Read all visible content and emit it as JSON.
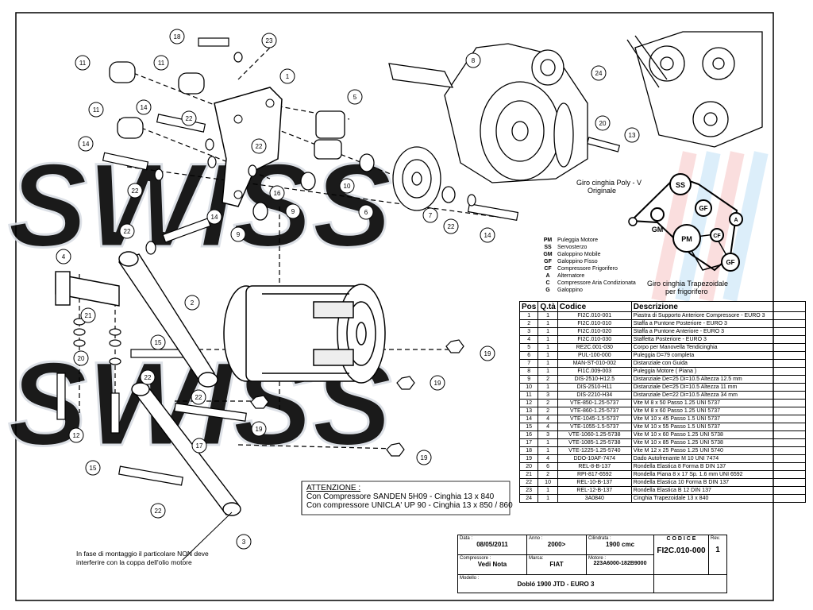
{
  "drawing": {
    "title": "Dobló 1900 JTD - EURO 3",
    "watermark_text": "SWISS",
    "watermark_colors": [
      "#d9dde4",
      "#f4b0b0",
      "#a9d4f5"
    ],
    "belt_diagram": {
      "poly_v_label": "Giro cinghia Poly - V\nOriginale",
      "trapezoidal_label": "Giro cinghia Trapezoidale\nper frigorifero",
      "pulley_codes": [
        "SS",
        "PM",
        "GF",
        "GM",
        "A",
        "CF",
        "GF"
      ]
    },
    "legend": [
      {
        "code": "PM",
        "text": "Puleggia Motore"
      },
      {
        "code": "SS",
        "text": "Servosterzo"
      },
      {
        "code": "GM",
        "text": "Galoppino Mobile"
      },
      {
        "code": "GF",
        "text": "Galoppino Fisso"
      },
      {
        "code": "CF",
        "text": "Compressore Frigorifero"
      },
      {
        "code": "A",
        "text": "Alternatore"
      },
      {
        "code": "C",
        "text": "Compressore Aria Condizionata"
      },
      {
        "code": "G",
        "text": "Galoppino"
      }
    ],
    "callouts": [
      "1",
      "2",
      "3",
      "4",
      "5",
      "6",
      "7",
      "8",
      "9",
      "10",
      "11",
      "12",
      "13",
      "14",
      "15",
      "16",
      "17",
      "18",
      "19",
      "20",
      "21",
      "22",
      "23",
      "24"
    ],
    "notice": {
      "heading": "ATTENZIONE :",
      "line1": "Con Compressore SANDEN 5H09 - Cinghia 13 x 840",
      "line2": "Con compressore UNICLA' UP 90 - Cinghia 13 x 850 / 860"
    },
    "mount_note": "In fase di montaggio il particolare NON deve interferire con la coppa dell'olio motore"
  },
  "parts_table": {
    "headers": [
      "Pos",
      "Q.tà",
      "Codice",
      "Descrizione"
    ],
    "rows": [
      [
        "1",
        "1",
        "FI2C.010-001",
        "Piastra di Supporto Anteriore Compressore - EURO 3"
      ],
      [
        "2",
        "1",
        "FI2C.010-010",
        "Staffa a Puntone Posteriore - EURO 3"
      ],
      [
        "3",
        "1",
        "FI2C.010-020",
        "Staffa a Puntone Anteriore - EURO 3"
      ],
      [
        "4",
        "1",
        "FI2C.010-030",
        "Staffetta Posteriore - EURO 3"
      ],
      [
        "5",
        "1",
        "RE2C.001-030",
        "Corpo per Manovella Tendicinghia"
      ],
      [
        "6",
        "1",
        "PUL-100-000",
        "Puleggia D=79 completa"
      ],
      [
        "7",
        "1",
        "MAN-ST-010-002",
        "Distanziale con Guida"
      ],
      [
        "8",
        "1",
        "FI1C.009-003",
        "Puleggia Motore  ( Piana )"
      ],
      [
        "9",
        "2",
        "DIS-2510-H12.5",
        "Distanziale De=25 Di=10.5 Altezza 12.5 mm"
      ],
      [
        "10",
        "1",
        "DIS-2510-H11",
        "Distanziale De=25 Di=10.5 Altezza 11 mm"
      ],
      [
        "11",
        "3",
        "DIS-2210-H34",
        "Distanziale De=22 Di=10.5 Altezza 34 mm"
      ],
      [
        "12",
        "2",
        "VTE-850-1.25-5737",
        "Vite M 8 x 50 Passo 1.25 UNI 5737"
      ],
      [
        "13",
        "2",
        "VTE-860-1.25-5737",
        "Vite M 8 x 60 Passo 1.25 UNI 5737"
      ],
      [
        "14",
        "4",
        "VTE-1045-1.5-5737",
        "Vite M 10 x 45 Passo 1.5 UNI 5737"
      ],
      [
        "15",
        "4",
        "VTE-1055-1.5-5737",
        "Vite M 10 x 55 Passo 1.5 UNI 5737"
      ],
      [
        "16",
        "3",
        "VTE-1060-1.25-5738",
        "Vite M 10 x 60 Passo 1.25 UNI 5738"
      ],
      [
        "17",
        "1",
        "VTE-1085-1.25-5738",
        "Vite M 10 x 85 Passo 1.25 UNI 5738"
      ],
      [
        "18",
        "1",
        "VTE-1225-1.25-5740",
        "Vite M 12 x 25 Passo 1.25 UNI 5740"
      ],
      [
        "19",
        "4",
        "DDO-10AF-7474",
        "Dado Autofrenante M 10 UNI 7474"
      ],
      [
        "20",
        "6",
        "REL-8-B-137",
        "Rondella Elastica 8 Forma B DIN 137"
      ],
      [
        "21",
        "2",
        "RPI-817-6592",
        "Rondella Piana 8 x 17 Sp. 1.6 mm UNI 6592"
      ],
      [
        "22",
        "10",
        "REL-10-B-137",
        "Rondella Elastica 10 Forma B DIN 137"
      ],
      [
        "23",
        "1",
        "REL-12-B-137",
        "Rondella Elastica B 12 DIN 137"
      ],
      [
        "24",
        "1",
        "3A0840",
        "Cinghia Trapezoidale 13 x 840"
      ]
    ]
  },
  "title_block": {
    "data_label": "Data :",
    "data": "08/05/2011",
    "anno_label": "Anno :",
    "anno": "2000>",
    "cilindrata_label": "Cilindrata :",
    "cilindrata": "1900 cmc",
    "codice_label": "C O D I C E",
    "codice": "FI2C.010-000",
    "rev_label": "Rev.",
    "rev": "1",
    "compressore_label": "Compressore :",
    "compressore": "Vedi Nota",
    "marca_label": "Marca:",
    "marca": "FIAT",
    "motore_label": "Motore :",
    "motore": "223A6000-182B9000",
    "modello_label": "Modello :",
    "modello": "Dobló 1900 JTD - EURO 3"
  }
}
